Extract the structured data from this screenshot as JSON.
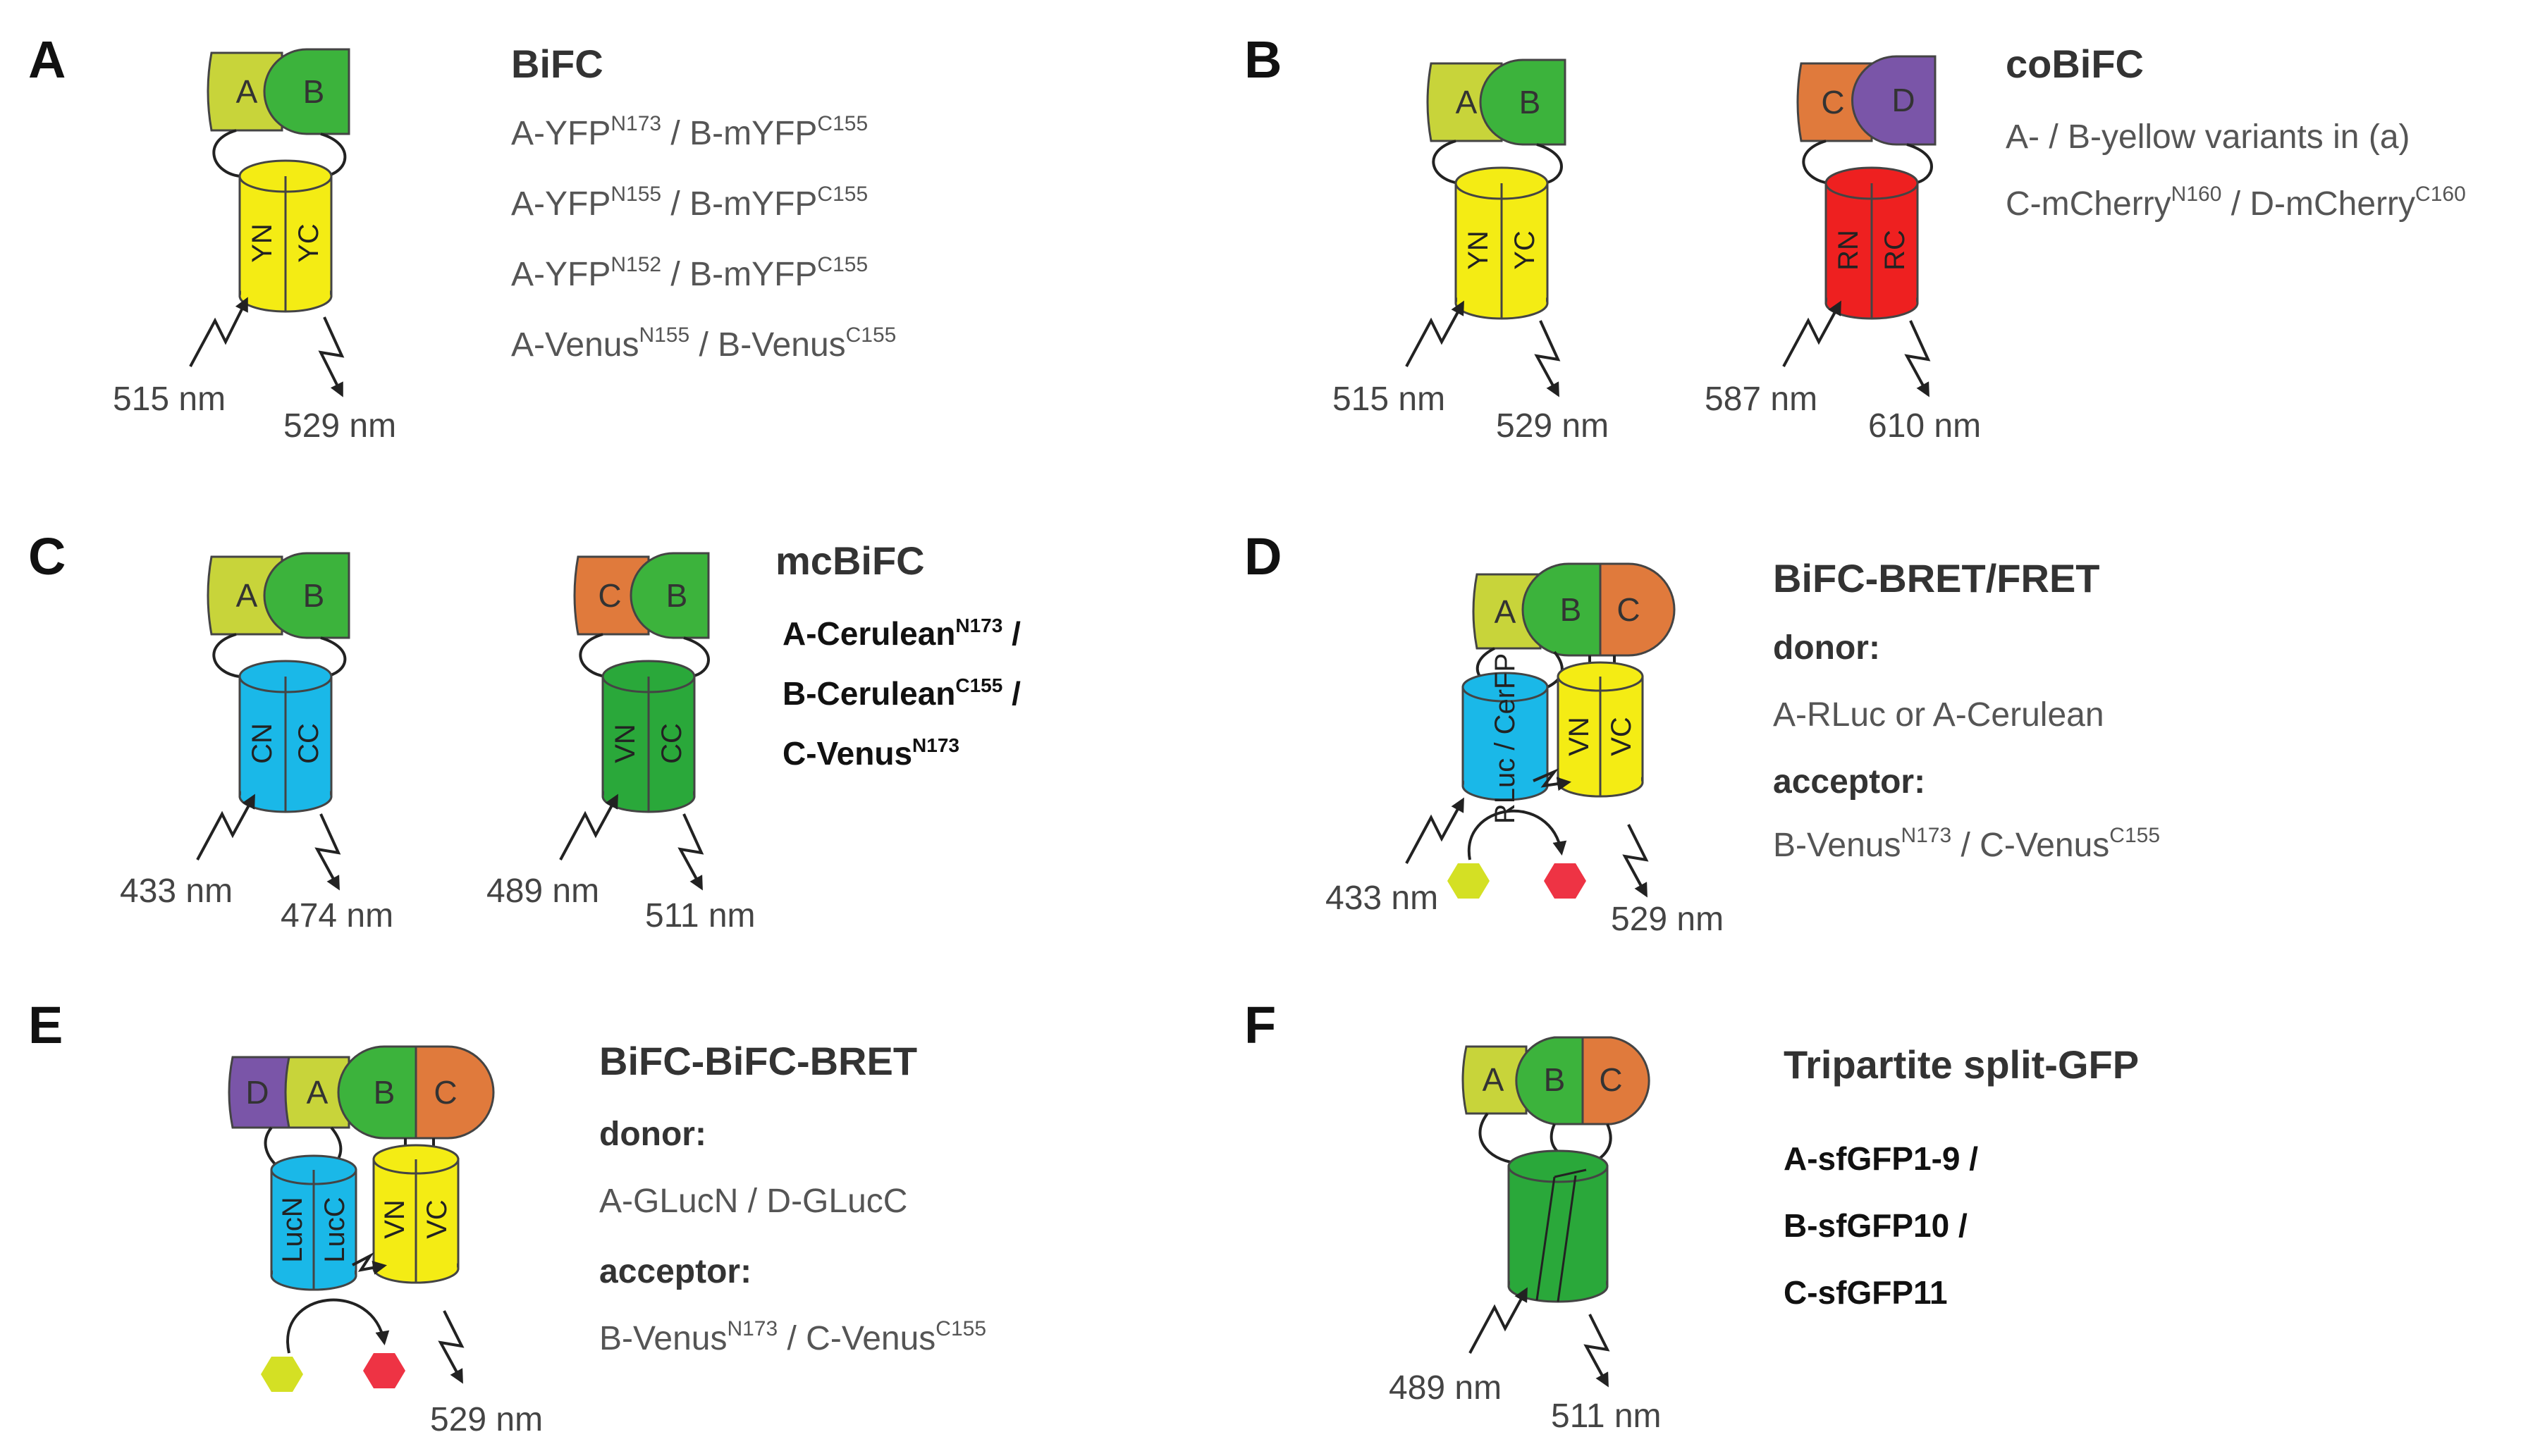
{
  "panels": {
    "A": {
      "label": "A",
      "title": "BiFC",
      "domains": [
        "A",
        "B"
      ],
      "barrel": [
        "YN",
        "YC"
      ],
      "excitation": "515 nm",
      "emission": "529 nm",
      "lines": [
        {
          "base": "A-YFP",
          "sup": "N173",
          "base2": " / B-mYFP",
          "sup2": "C155"
        },
        {
          "base": "A-YFP",
          "sup": "N155",
          "base2": " / B-mYFP",
          "sup2": "C155"
        },
        {
          "base": "A-YFP",
          "sup": "N152",
          "base2": " / B-mYFP",
          "sup2": "C155"
        },
        {
          "base": "A-Venus",
          "sup": "N155",
          "base2": " / B-Venus",
          "sup2": "C155"
        }
      ]
    },
    "B": {
      "label": "B",
      "title": "coBiFC",
      "domains1": [
        "A",
        "B"
      ],
      "barrel1": [
        "YN",
        "YC"
      ],
      "excitation1": "515 nm",
      "emission1": "529 nm",
      "domains2": [
        "C",
        "D"
      ],
      "barrel2": [
        "RN",
        "RC"
      ],
      "excitation2": "587 nm",
      "emission2": "610 nm",
      "line1": "A- / B-yellow variants in (a)",
      "line2": {
        "base": "C-mCherry",
        "sup": "N160",
        "base2": " / D-mCherry",
        "sup2": "C160"
      }
    },
    "C": {
      "label": "C",
      "title": "mcBiFC",
      "domains1": [
        "A",
        "B"
      ],
      "barrel1": [
        "CN",
        "CC"
      ],
      "excitation1": "433 nm",
      "emission1": "474 nm",
      "domains2": [
        "C",
        "B"
      ],
      "barrel2": [
        "VN",
        "CC"
      ],
      "excitation2": "489 nm",
      "emission2": "511 nm",
      "lines": [
        {
          "base": "A-Cerulean",
          "sup": "N173",
          "tail": " /"
        },
        {
          "base": "B-Cerulean",
          "sup": "C155",
          "tail": " /"
        },
        {
          "base": "C-Venus",
          "sup": "N173",
          "tail": ""
        }
      ]
    },
    "D": {
      "label": "D",
      "title": "BiFC-BRET/FRET",
      "domains": [
        "A",
        "B",
        "C"
      ],
      "barrel_left": "RLuc / CerFP",
      "barrel_right": [
        "VN",
        "VC"
      ],
      "excitation": "433 nm",
      "emission": "529 nm",
      "donor_label": "donor:",
      "donor": "A-RLuc or A-Cerulean",
      "acceptor_label": "acceptor:",
      "acceptor": {
        "base": "B-Venus",
        "sup": "N173",
        "base2": " / C-Venus",
        "sup2": "C155"
      }
    },
    "E": {
      "label": "E",
      "title": "BiFC-BiFC-BRET",
      "domains": [
        "D",
        "A",
        "B",
        "C"
      ],
      "barrel_left": [
        "LucN",
        "LucC"
      ],
      "barrel_right": [
        "VN",
        "VC"
      ],
      "emission": "529 nm",
      "donor_label": "donor:",
      "donor": "A-GLucN / D-GLucC",
      "acceptor_label": "acceptor:",
      "acceptor": {
        "base": "B-Venus",
        "sup": "N173",
        "base2": " / C-Venus",
        "sup2": "C155"
      }
    },
    "F": {
      "label": "F",
      "title": "Tripartite split-GFP",
      "domains": [
        "A",
        "B",
        "C"
      ],
      "excitation": "489 nm",
      "emission": "511 nm",
      "lines": [
        "A-sfGFP1-9 /",
        "B-sfGFP10 /",
        "C-sfGFP11"
      ]
    }
  },
  "colors": {
    "domain_A": "#c8d43a",
    "domain_B": "#3cb33c",
    "domain_C": "#e07a3c",
    "domain_D": "#7a55a8",
    "yellow_barrel": "#f4ec14",
    "red_barrel": "#ee2020",
    "cyan_barrel": "#1ab8e8",
    "green_barrel": "#2aa83a",
    "substrate": "#d4e024",
    "product": "#ee3344"
  }
}
